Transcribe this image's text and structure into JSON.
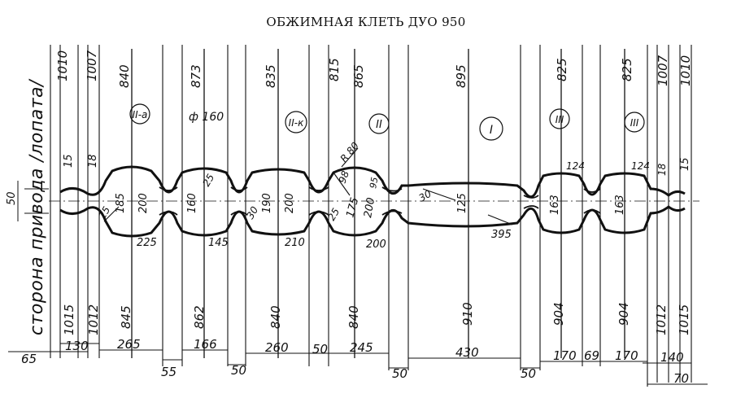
{
  "title": "ОБЖИМНАЯ КЛЕТЬ ДУО 950",
  "side_label": "сторона привода /лопата/",
  "top_dims": [
    {
      "key": "t1010a",
      "text": "1010"
    },
    {
      "key": "t1007a",
      "text": "1007"
    },
    {
      "key": "t840",
      "text": "840"
    },
    {
      "key": "t873",
      "text": "873"
    },
    {
      "key": "t835",
      "text": "835"
    },
    {
      "key": "t815",
      "text": "815"
    },
    {
      "key": "t865",
      "text": "865"
    },
    {
      "key": "t895",
      "text": "895"
    },
    {
      "key": "t825a",
      "text": "825"
    },
    {
      "key": "t825b",
      "text": "825"
    },
    {
      "key": "t1007b",
      "text": "1007"
    },
    {
      "key": "t1010b",
      "text": "1010"
    }
  ],
  "bottom_dims": [
    {
      "key": "b1015a",
      "text": "1015"
    },
    {
      "key": "b1012a",
      "text": "1012"
    },
    {
      "key": "b845",
      "text": "845"
    },
    {
      "key": "b862",
      "text": "862"
    },
    {
      "key": "b840a",
      "text": "840"
    },
    {
      "key": "b840b",
      "text": "840"
    },
    {
      "key": "b910",
      "text": "910"
    },
    {
      "key": "b904a",
      "text": "904"
    },
    {
      "key": "b904b",
      "text": "904"
    },
    {
      "key": "b1012b",
      "text": "1012"
    },
    {
      "key": "b1015b",
      "text": "1015"
    }
  ],
  "pass_labels": [
    {
      "key": "p2a",
      "text": "II-a"
    },
    {
      "key": "p2k",
      "text": "II-к"
    },
    {
      "key": "p2",
      "text": "II"
    },
    {
      "key": "p1",
      "text": "I"
    },
    {
      "key": "p3a",
      "text": "III"
    },
    {
      "key": "p3b",
      "text": "III"
    }
  ],
  "profile_dims": [
    {
      "key": "d50",
      "text": "50"
    },
    {
      "key": "d15a",
      "text": "15"
    },
    {
      "key": "d18a",
      "text": "18"
    },
    {
      "key": "d185",
      "text": "185"
    },
    {
      "key": "d200a",
      "text": "200"
    },
    {
      "key": "d25a",
      "text": "25"
    },
    {
      "key": "d225",
      "text": "225"
    },
    {
      "key": "dphi",
      "text": "ф 160"
    },
    {
      "key": "d160",
      "text": "160"
    },
    {
      "key": "d25b",
      "text": "25"
    },
    {
      "key": "d145",
      "text": "145"
    },
    {
      "key": "d30a",
      "text": "30"
    },
    {
      "key": "d190",
      "text": "190"
    },
    {
      "key": "d200b",
      "text": "200"
    },
    {
      "key": "d210",
      "text": "210"
    },
    {
      "key": "dR80",
      "text": "R 80"
    },
    {
      "key": "d98",
      "text": "98"
    },
    {
      "key": "d25c",
      "text": "25"
    },
    {
      "key": "d175",
      "text": "175"
    },
    {
      "key": "d200c",
      "text": "200"
    },
    {
      "key": "d95",
      "text": "95"
    },
    {
      "key": "d200d",
      "text": "200"
    },
    {
      "key": "d30b",
      "text": "30"
    },
    {
      "key": "d125",
      "text": "125"
    },
    {
      "key": "d395",
      "text": "395"
    },
    {
      "key": "d124a",
      "text": "124"
    },
    {
      "key": "d163a",
      "text": "163"
    },
    {
      "key": "d124b",
      "text": "124"
    },
    {
      "key": "d163b",
      "text": "163"
    },
    {
      "key": "d18b",
      "text": "18"
    },
    {
      "key": "d15b",
      "text": "15"
    }
  ],
  "length_dims": [
    {
      "key": "l65",
      "text": "65"
    },
    {
      "key": "l130",
      "text": "130"
    },
    {
      "key": "l265",
      "text": "265"
    },
    {
      "key": "l55",
      "text": "55"
    },
    {
      "key": "l166",
      "text": "166"
    },
    {
      "key": "l50a",
      "text": "50"
    },
    {
      "key": "l260",
      "text": "260"
    },
    {
      "key": "l50b",
      "text": "50"
    },
    {
      "key": "l245",
      "text": "245"
    },
    {
      "key": "l50c",
      "text": "50"
    },
    {
      "key": "l430",
      "text": "430"
    },
    {
      "key": "l50d",
      "text": "50"
    },
    {
      "key": "l170a",
      "text": "170"
    },
    {
      "key": "l69",
      "text": "69"
    },
    {
      "key": "l170b",
      "text": "170"
    },
    {
      "key": "l140",
      "text": "140"
    },
    {
      "key": "l70",
      "text": "70"
    }
  ]
}
